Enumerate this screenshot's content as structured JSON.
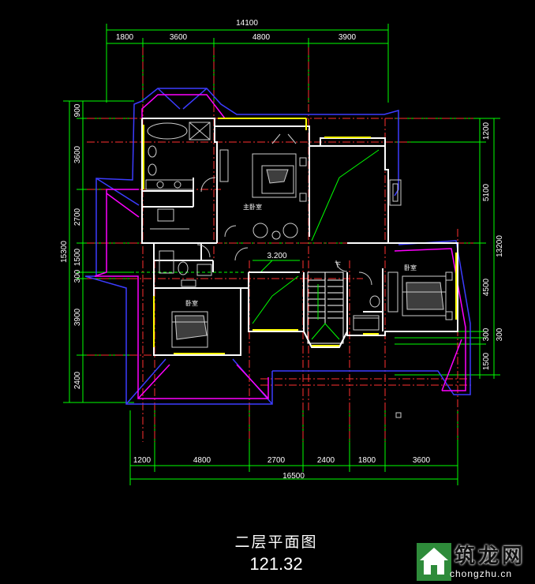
{
  "drawing": {
    "title": "二层平面图",
    "area": "121.32",
    "colors": {
      "background": "#000000",
      "wall": "#ffffff",
      "dimension": "#00ff00",
      "axis": "#ff3030",
      "outline_blue": "#3c3cff",
      "outline_magenta": "#ff00ff",
      "window": "#ffff00",
      "furniture": "#cccccc"
    },
    "dims": {
      "top_total": "14100",
      "top_segments": [
        "1800",
        "3600",
        "4800",
        "3900"
      ],
      "bottom_total": "16500",
      "bottom_segments": [
        "1200",
        "4800",
        "2700",
        "2400",
        "1800",
        "3600"
      ],
      "left_total": "15300",
      "left_segments": [
        "900",
        "3600",
        "2700",
        "1500",
        "300",
        "3900",
        "2400"
      ],
      "right_total": "13200",
      "right_segments": [
        "1200",
        "5100",
        "4500",
        "300",
        "300",
        "1500"
      ]
    },
    "rooms": {
      "master": "主卧室",
      "bedroom_left": "卧室",
      "bedroom_right": "卧室"
    },
    "annotations": {
      "level": "3.200",
      "stair_down": "下"
    }
  },
  "watermark": {
    "name": "筑龙网",
    "url": "chongzhu.cn",
    "icon": "house-logo-icon"
  }
}
